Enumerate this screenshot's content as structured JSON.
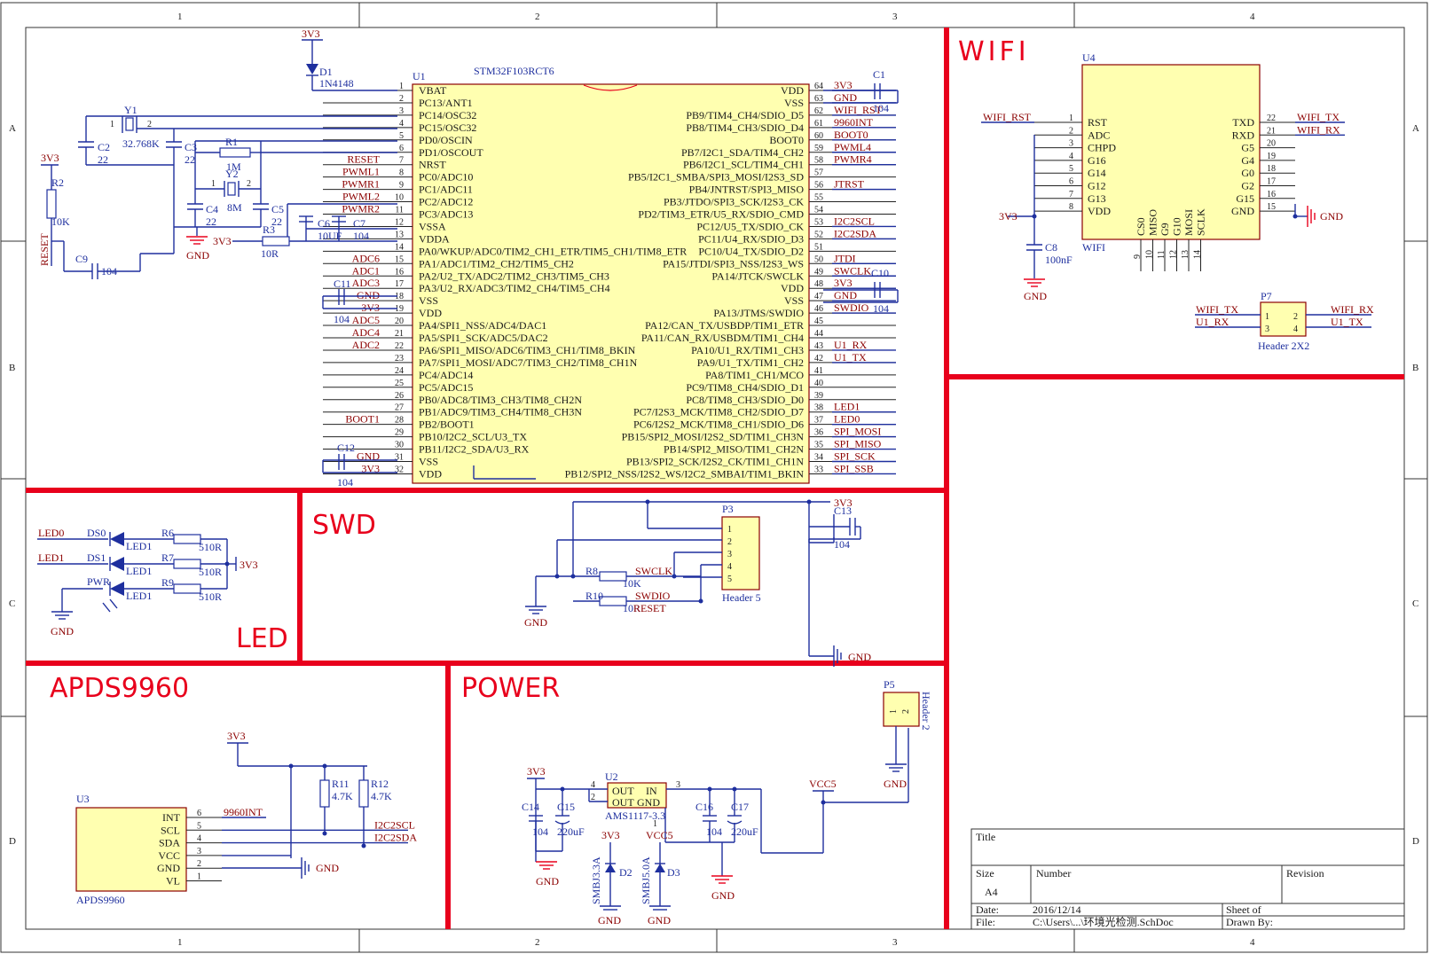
{
  "border": {
    "columns": [
      "1",
      "2",
      "3",
      "4"
    ],
    "rows": [
      "A",
      "B",
      "C",
      "D"
    ]
  },
  "sections": {
    "wifi": "WIFI",
    "swd": "SWD",
    "led": "LED",
    "apds": "APDS9960",
    "power": "POWER"
  },
  "mcu": {
    "designator": "U1",
    "part": "STM32F103RCT6",
    "left_pins": [
      {
        "num": "1",
        "name": "VBAT",
        "net": ""
      },
      {
        "num": "2",
        "name": "PC13/ANT1",
        "net": ""
      },
      {
        "num": "3",
        "name": "PC14/OSC32",
        "net": ""
      },
      {
        "num": "4",
        "name": "PC15/OSC32",
        "net": ""
      },
      {
        "num": "5",
        "name": "PD0/OSCIN",
        "net": ""
      },
      {
        "num": "6",
        "name": "PD1/OSCOUT",
        "net": ""
      },
      {
        "num": "7",
        "name": "NRST",
        "net": "RESET"
      },
      {
        "num": "8",
        "name": "PC0/ADC10",
        "net": "PWML1"
      },
      {
        "num": "9",
        "name": "PC1/ADC11",
        "net": "PWMR1"
      },
      {
        "num": "10",
        "name": "PC2/ADC12",
        "net": "PWML2"
      },
      {
        "num": "11",
        "name": "PC3/ADC13",
        "net": "PWMR2"
      },
      {
        "num": "12",
        "name": "VSSA",
        "net": ""
      },
      {
        "num": "13",
        "name": "VDDA",
        "net": ""
      },
      {
        "num": "14",
        "name": "PA0/WKUP/ADC0/TIM2_CH1_ETR/TIM5_CH1/TIM8_ETR",
        "net": ""
      },
      {
        "num": "15",
        "name": "PA1/ADC1/TIM2_CH2/TIM5_CH2",
        "net": "ADC6"
      },
      {
        "num": "16",
        "name": "PA2/U2_TX/ADC2/TIM2_CH3/TIM5_CH3",
        "net": "ADC1"
      },
      {
        "num": "17",
        "name": "PA3/U2_RX/ADC3/TIM2_CH4/TIM5_CH4",
        "net": "ADC3"
      },
      {
        "num": "18",
        "name": "VSS",
        "net": "GND"
      },
      {
        "num": "19",
        "name": "VDD",
        "net": "3V3"
      },
      {
        "num": "20",
        "name": "PA4/SPI1_NSS/ADC4/DAC1",
        "net": "ADC5"
      },
      {
        "num": "21",
        "name": "PA5/SPI1_SCK/ADC5/DAC2",
        "net": "ADC4"
      },
      {
        "num": "22",
        "name": "PA6/SPI1_MISO/ADC6/TIM3_CH1/TIM8_BKIN",
        "net": "ADC2"
      },
      {
        "num": "23",
        "name": "PA7/SPI1_MOSI/ADC7/TIM3_CH2/TIM8_CH1N",
        "net": ""
      },
      {
        "num": "24",
        "name": "PC4/ADC14",
        "net": ""
      },
      {
        "num": "25",
        "name": "PC5/ADC15",
        "net": ""
      },
      {
        "num": "26",
        "name": "PB0/ADC8/TIM3_CH3/TIM8_CH2N",
        "net": ""
      },
      {
        "num": "27",
        "name": "PB1/ADC9/TIM3_CH4/TIM8_CH3N",
        "net": ""
      },
      {
        "num": "28",
        "name": "PB2/BOOT1",
        "net": "BOOT1"
      },
      {
        "num": "29",
        "name": "PB10/I2C2_SCL/U3_TX",
        "net": ""
      },
      {
        "num": "30",
        "name": "PB11/I2C2_SDA/U3_RX",
        "net": ""
      },
      {
        "num": "31",
        "name": "VSS",
        "net": "GND"
      },
      {
        "num": "32",
        "name": "VDD",
        "net": "3V3"
      }
    ],
    "right_pins": [
      {
        "num": "64",
        "name": "VDD",
        "net": "3V3"
      },
      {
        "num": "63",
        "name": "VSS",
        "net": "GND"
      },
      {
        "num": "62",
        "name": "PB9/TIM4_CH4/SDIO_D5",
        "net": "WIFI_RST"
      },
      {
        "num": "61",
        "name": "PB8/TIM4_CH3/SDIO_D4",
        "net": "9960INT"
      },
      {
        "num": "60",
        "name": "BOOT0",
        "net": "BOOT0"
      },
      {
        "num": "59",
        "name": "PB7/I2C1_SDA/TIM4_CH2",
        "net": "PWML4"
      },
      {
        "num": "58",
        "name": "PB6/I2C1_SCL/TIM4_CH1",
        "net": "PWMR4"
      },
      {
        "num": "57",
        "name": "PB5/I2C1_SMBA/SPI3_MOSI/I2S3_SD",
        "net": ""
      },
      {
        "num": "56",
        "name": "PB4/JNTRST/SPI3_MISO",
        "net": "JTRST"
      },
      {
        "num": "55",
        "name": "PB3/JTDO/SPI3_SCK/I2S3_CK",
        "net": ""
      },
      {
        "num": "54",
        "name": "PD2/TIM3_ETR/U5_RX/SDIO_CMD",
        "net": ""
      },
      {
        "num": "53",
        "name": "PC12/U5_TX/SDIO_CK",
        "net": "I2C2SCL"
      },
      {
        "num": "52",
        "name": "PC11/U4_RX/SDIO_D3",
        "net": "I2C2SDA"
      },
      {
        "num": "51",
        "name": "PC10/U4_TX/SDIO_D2",
        "net": ""
      },
      {
        "num": "50",
        "name": "PA15/JTDI/SPI3_NSS/I2S3_WS",
        "net": "JTDI"
      },
      {
        "num": "49",
        "name": "PA14/JTCK/SWCLK",
        "net": "SWCLK"
      },
      {
        "num": "48",
        "name": "VDD",
        "net": "3V3"
      },
      {
        "num": "47",
        "name": "VSS",
        "net": "GND"
      },
      {
        "num": "46",
        "name": "PA13/JTMS/SWDIO",
        "net": "SWDIO"
      },
      {
        "num": "45",
        "name": "PA12/CAN_TX/USBDP/TIM1_ETR",
        "net": ""
      },
      {
        "num": "44",
        "name": "PA11/CAN_RX/USBDM/TIM1_CH4",
        "net": ""
      },
      {
        "num": "43",
        "name": "PA10/U1_RX/TIM1_CH3",
        "net": "U1_RX"
      },
      {
        "num": "42",
        "name": "PA9/U1_TX/TIM1_CH2",
        "net": "U1_TX"
      },
      {
        "num": "41",
        "name": "PA8/TIM1_CH1/MCO",
        "net": ""
      },
      {
        "num": "40",
        "name": "PC9/TIM8_CH4/SDIO_D1",
        "net": ""
      },
      {
        "num": "39",
        "name": "PC8/TIM8_CH3/SDIO_D0",
        "net": ""
      },
      {
        "num": "38",
        "name": "PC7/I2S3_MCK/TIM8_CH2/SDIO_D7",
        "net": "LED1"
      },
      {
        "num": "37",
        "name": "PC6/I2S2_MCK/TIM8_CH1/SDIO_D6",
        "net": "LED0"
      },
      {
        "num": "36",
        "name": "PB15/SPI2_MOSI/I2S2_SD/TIM1_CH3N",
        "net": "SPI_MOSI"
      },
      {
        "num": "35",
        "name": "PB14/SPI2_MISO/TIM1_CH2N",
        "net": "SPI_MISO"
      },
      {
        "num": "34",
        "name": "PB13/SPI2_SCK/I2S2_CK/TIM1_CH1N",
        "net": "SPI_SCK"
      },
      {
        "num": "33",
        "name": "PB12/SPI2_NSS/I2S2_WS/I2C2_SMBAI/TIM1_BKIN",
        "net": "SPI_SSB"
      }
    ]
  },
  "mcu_periph": {
    "d1": {
      "des": "D1",
      "part": "1N4148",
      "net": "3V3"
    },
    "y1": {
      "des": "Y1",
      "val": "32.768K",
      "p1": "1",
      "p2": "2"
    },
    "y2": {
      "des": "Y2",
      "val": "8M",
      "p1": "1",
      "p2": "2"
    },
    "c2": {
      "des": "C2",
      "val": "22"
    },
    "c3": {
      "des": "C3",
      "val": "22"
    },
    "r1": {
      "des": "R1",
      "val": "1M"
    },
    "c4": {
      "des": "C4",
      "val": "22"
    },
    "c5": {
      "des": "C5",
      "val": "22"
    },
    "r2": {
      "des": "R2",
      "val": "10K",
      "net": "3V3"
    },
    "reset_net": "RESET",
    "c9": {
      "des": "C9",
      "val": "104"
    },
    "gnd": "GND",
    "r3": {
      "des": "R3",
      "val": "10R",
      "net": "3V3"
    },
    "c6": {
      "des": "C6",
      "val": "10UF"
    },
    "c7": {
      "des": "C7",
      "val": "104"
    },
    "c1": {
      "des": "C1",
      "val": "104"
    },
    "c11": {
      "des": "C11",
      "val": "104"
    },
    "c10": {
      "des": "C10",
      "val": "104"
    },
    "c12": {
      "des": "C12",
      "val": "104"
    }
  },
  "wifi": {
    "designator": "U4",
    "label": "WIFI",
    "left_pins": [
      {
        "num": "1",
        "name": "RST",
        "net": "WIFI_RST"
      },
      {
        "num": "2",
        "name": "ADC",
        "net": ""
      },
      {
        "num": "3",
        "name": "CHPD",
        "net": ""
      },
      {
        "num": "4",
        "name": "G16",
        "net": ""
      },
      {
        "num": "5",
        "name": "G14",
        "net": ""
      },
      {
        "num": "6",
        "name": "G12",
        "net": ""
      },
      {
        "num": "7",
        "name": "G13",
        "net": ""
      },
      {
        "num": "8",
        "name": "VDD",
        "net": "3V3"
      }
    ],
    "right_pins": [
      {
        "num": "22",
        "name": "TXD",
        "net": "WIFI_TX"
      },
      {
        "num": "21",
        "name": "RXD",
        "net": "WIFI_RX"
      },
      {
        "num": "20",
        "name": "G5",
        "net": ""
      },
      {
        "num": "19",
        "name": "G4",
        "net": ""
      },
      {
        "num": "18",
        "name": "G0",
        "net": ""
      },
      {
        "num": "17",
        "name": "G2",
        "net": ""
      },
      {
        "num": "16",
        "name": "G15",
        "net": ""
      },
      {
        "num": "15",
        "name": "GND",
        "net": "GND"
      }
    ],
    "bottom_pins": [
      {
        "num": "9",
        "name": "CS0"
      },
      {
        "num": "10",
        "name": "MISO"
      },
      {
        "num": "11",
        "name": "G9"
      },
      {
        "num": "12",
        "name": "G10"
      },
      {
        "num": "13",
        "name": "MOSI"
      },
      {
        "num": "14",
        "name": "SCLK"
      }
    ],
    "c8": {
      "des": "C8",
      "val": "100nF"
    },
    "gnd": "GND"
  },
  "p7": {
    "des": "P7",
    "part": "Header 2X2",
    "pins": [
      "1",
      "2",
      "3",
      "4"
    ],
    "left_nets": [
      "WIFI_TX",
      "U1_RX"
    ],
    "right_nets": [
      "WIFI_RX",
      "U1_TX"
    ]
  },
  "led": {
    "ds0": {
      "des": "DS0",
      "part": "LED1",
      "net": "LED0"
    },
    "ds1": {
      "des": "DS1",
      "part": "LED1",
      "net": "LED1"
    },
    "pwr": {
      "des": "PWR",
      "part": "LED1"
    },
    "r6": {
      "des": "R6",
      "val": "510R"
    },
    "r7": {
      "des": "R7",
      "val": "510R"
    },
    "r9": {
      "des": "R9",
      "val": "510R"
    },
    "vnet": "3V3",
    "gnd": "GND"
  },
  "swd": {
    "p3": {
      "des": "P3",
      "part": "Header 5",
      "pins": [
        "1",
        "2",
        "3",
        "4",
        "5"
      ]
    },
    "r8": {
      "des": "R8",
      "val": "10K",
      "net": "SWCLK"
    },
    "r10": {
      "des": "R10",
      "val": "10R",
      "net": "SWDIO"
    },
    "reset_net": "RESET",
    "c13": {
      "des": "C13",
      "val": "104"
    },
    "vnet": "3V3",
    "gnd_left": "GND",
    "gnd_right": "GND"
  },
  "apds": {
    "designator": "U3",
    "part": "APDS9960",
    "pins": [
      {
        "num": "6",
        "name": "INT",
        "net": "9960INT"
      },
      {
        "num": "5",
        "name": "SCL",
        "net": "I2C2SCL"
      },
      {
        "num": "4",
        "name": "SDA",
        "net": "I2C2SDA"
      },
      {
        "num": "3",
        "name": "VCC",
        "net": ""
      },
      {
        "num": "2",
        "name": "GND",
        "net": "GND"
      },
      {
        "num": "1",
        "name": "VL",
        "net": ""
      }
    ],
    "r11": {
      "des": "R11",
      "val": "4.7K"
    },
    "r12": {
      "des": "R12",
      "val": "4.7K"
    },
    "vnet": "3V3"
  },
  "power": {
    "u2": {
      "des": "U2",
      "part": "AMS1117-3.3",
      "out": "OUT",
      "in": "IN",
      "out2": "OUT",
      "gnd": "GND",
      "pin4": "4",
      "pin2": "2",
      "pin3": "3",
      "pin1": "1"
    },
    "c14": {
      "des": "C14",
      "val": "104"
    },
    "c15": {
      "des": "C15",
      "val": "220uF"
    },
    "c16": {
      "des": "C16",
      "val": "104"
    },
    "c17": {
      "des": "C17",
      "val": "220uF"
    },
    "d2": {
      "des": "D2",
      "part": "SMBJ3.3A",
      "net": "3V3"
    },
    "d3": {
      "des": "D3",
      "part": "SMBJ5.0A",
      "net": "VCC5"
    },
    "v3": "3V3",
    "vcc": "VCC5",
    "p5": {
      "des": "P5",
      "part": "Header 2",
      "pins": [
        "1",
        "2"
      ]
    },
    "gnd": "GND"
  },
  "title_block": {
    "title_label": "Title",
    "size_label": "Size",
    "size": "A4",
    "number_label": "Number",
    "revision_label": "Revision",
    "date_label": "Date:",
    "date": "2016/12/14",
    "file_label": "File:",
    "file": "C:\\Users\\...\\环境光检测.SchDoc",
    "sheet_label": "Sheet   of",
    "drawn_label": "Drawn By:"
  }
}
